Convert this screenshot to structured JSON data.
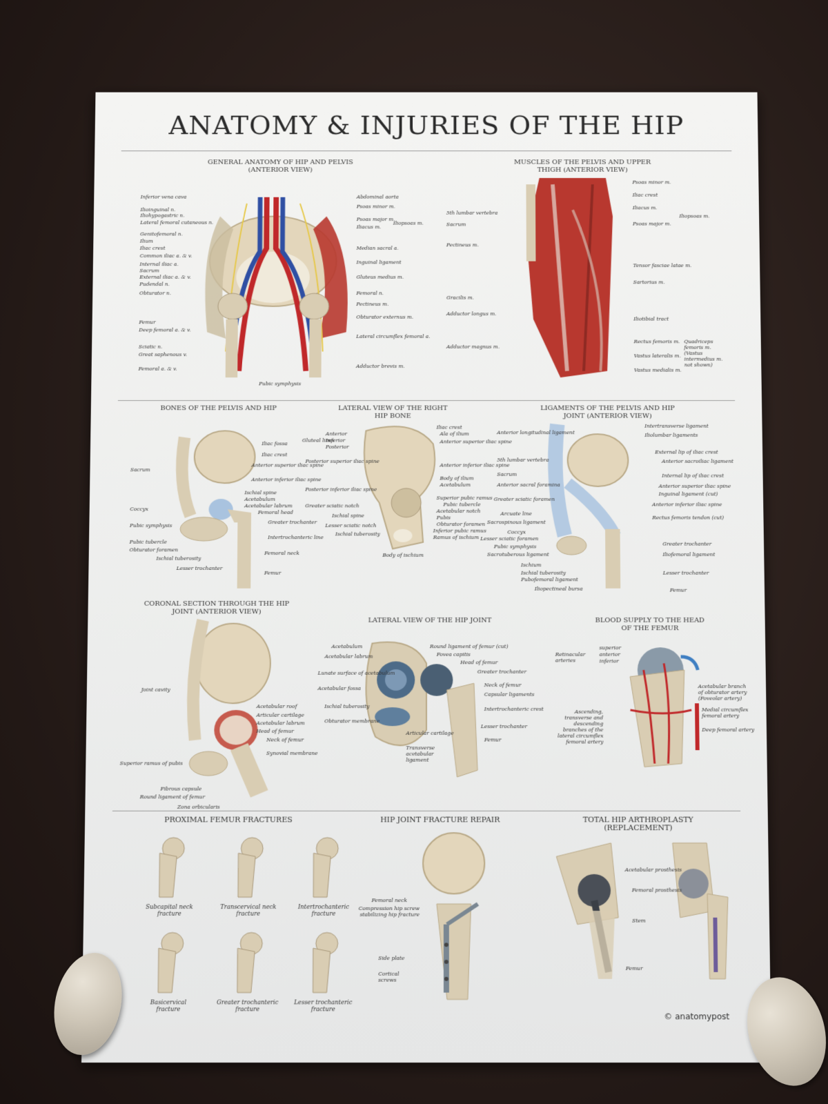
{
  "poster": {
    "title": "ANATOMY & INJURIES OF THE HIP",
    "copyright": "© anatomypost"
  },
  "panels": {
    "general": {
      "title": "GENERAL ANATOMY OF HIP AND PELVIS\n(ANTERIOR VIEW)",
      "labels_left": [
        "Inferior vena cava",
        "Ilioinguinal n.",
        "Iliohypogastric n.",
        "Lateral femoral cutaneous n.",
        "Genitofemoral n.",
        "Ilium",
        "Iliac crest",
        "Common iliac a. & v.",
        "Internal iliac a.",
        "Sacrum",
        "External iliac a. & v.",
        "Pudendal n.",
        "Obturator n.",
        "Femur",
        "Deep femoral a. & v.",
        "Sciatic n.",
        "Great saphenous v.",
        "Femoral a. & v."
      ],
      "labels_right": [
        "Abdominal aorta",
        "Psoas minor m.",
        "Psoas major m.",
        "Iliacus m.",
        "Median sacral a.",
        "Inguinal ligament",
        "Gluteus medius m.",
        "Femoral n.",
        "Pectineus m.",
        "Obturator externus m.",
        "Lateral circumflex femoral a.",
        "Adductor brevis m."
      ],
      "label_bottom": "Pubic symphysis",
      "bracket": "Iliopsoas m."
    },
    "muscles": {
      "title": "MUSCLES OF THE PELVIS AND UPPER\nTHIGH (ANTERIOR VIEW)",
      "labels_left": [
        "5th lumbar vertebra",
        "Sacrum",
        "Pectineus m.",
        "Gracilis m.",
        "Adductor longus m.",
        "Adductor magnus m."
      ],
      "labels_right": [
        "Psoas minor m.",
        "Iliac crest",
        "Iliacus m.",
        "Psoas major m.",
        "Tensor fasciae latae m.",
        "Sartorius m.",
        "Iliotibial tract",
        "Rectus femoris m.",
        "Vastus lateralis m.",
        "Vastus medialis m."
      ],
      "bracket1": "Iliopsoas m.",
      "bracket2": "Quadriceps femoris m. (Vastus intermedius m. not shown)"
    },
    "bones": {
      "title": "BONES OF THE PELVIS AND HIP",
      "labels_left": [
        "Sacrum",
        "Coccyx",
        "Pubic symphysis",
        "Pubic tubercle",
        "Obturator foramen",
        "Ischial tuberosity",
        "Lesser trochanter"
      ],
      "labels_right": [
        "Iliac fossa",
        "Iliac crest",
        "Anterior superior iliac spine",
        "Anterior inferior iliac spine",
        "Ischial spine",
        "Acetabulum",
        "Acetabular labrum",
        "Femoral head",
        "Greater trochanter",
        "Intertrochanteric line",
        "Femoral neck",
        "Femur"
      ]
    },
    "lateral_bone": {
      "title": "LATERAL VIEW OF THE RIGHT\nHIP BONE",
      "labels_left": [
        "Anterior",
        "Inferior",
        "Posterior",
        "Gluteal lines",
        "Posterior superior iliac spine",
        "Posterior inferior iliac spine",
        "Greater sciatic notch",
        "Ischial spine",
        "Lesser sciatic notch",
        "Ischial tuberosity"
      ],
      "labels_right": [
        "Iliac crest",
        "Ala of ilium",
        "Anterior superior iliac spine",
        "Anterior inferior iliac spine",
        "Body of ilium",
        "Acetabulum",
        "Superior pubic ramus",
        "Pubic tubercle",
        "Acetabular notch",
        "Pubis",
        "Obturator foramen",
        "Inferior pubic ramus",
        "Ramus of ischium"
      ],
      "label_bottom": "Body of ischium"
    },
    "ligaments": {
      "title": "LIGAMENTS OF THE PELVIS AND HIP\nJOINT (ANTERIOR VIEW)",
      "labels_left": [
        "Anterior longitudinal ligament",
        "5th lumbar vertebra",
        "Sacrum",
        "Anterior sacral foramina",
        "Greater sciatic foramen",
        "Arcuate line",
        "Sacrospinous ligament",
        "Coccyx",
        "Lesser sciatic foramen",
        "Pubic symphysis",
        "Sacrotuberous ligament",
        "Ischium",
        "Ischial tuberosity",
        "Pubofemoral ligament",
        "Iliopectineal bursa"
      ],
      "labels_right": [
        "Intertransverse ligament",
        "Iliolumbar ligaments",
        "External lip of iliac crest",
        "Anterior sacroiliac ligament",
        "Internal lip of iliac crest",
        "Anterior superior iliac spine",
        "Inguinal ligament (cut)",
        "Anterior inferior iliac spine",
        "Rectus femoris tendon (cut)",
        "Greater trochanter",
        "Iliofemoral ligament",
        "Lesser trochanter",
        "Femur"
      ]
    },
    "coronal": {
      "title": "CORONAL SECTION THROUGH THE HIP\nJOINT (ANTERIOR VIEW)",
      "labels_left": [
        "Joint cavity",
        "Superior ramus of pubis",
        "Fibrous capsule",
        "Round ligament of femur",
        "Zona orbicularis"
      ],
      "labels_right": [
        "Acetabular roof",
        "Articular cartilage",
        "Acetabular labrum",
        "Head of femur",
        "Neck of femur",
        "Synovial membrane"
      ]
    },
    "lateral_joint": {
      "title": "LATERAL VIEW OF THE HIP JOINT",
      "labels_left": [
        "Acetabulum",
        "Acetabular labrum",
        "Lunate surface of acetabulum",
        "Acetabular fossa",
        "Ischial tuberosity",
        "Obturator membrane"
      ],
      "labels_right": [
        "Round ligament of femur (cut)",
        "Fovea capitis",
        "Head of femur",
        "Greater trochanter",
        "Neck of femur",
        "Capsular ligaments",
        "Intertrochanteric crest",
        "Lesser trochanter",
        "Femur"
      ],
      "labels_bottom": [
        "Articular cartilage",
        "Transverse acetabular ligament"
      ]
    },
    "blood": {
      "title": "BLOOD SUPPLY TO THE HEAD\nOF THE FEMUR",
      "labels_left": [
        "Retinacular arteries",
        "superior",
        "anterior",
        "inferior",
        "Ascending, transverse and descending branches of the lateral circumflex femoral artery"
      ],
      "labels_right": [
        "Acetabular branch of obturator artery (Foveolar artery)",
        "Medial circumflex femoral artery",
        "Deep femoral artery"
      ]
    },
    "fractures": {
      "title": "PROXIMAL FEMUR FRACTURES",
      "items": [
        "Subcapital neck fracture",
        "Transcervical neck fracture",
        "Intertrochanteric fracture",
        "Basicervical fracture",
        "Greater trochanteric fracture",
        "Lesser trochanteric fracture"
      ]
    },
    "repair": {
      "title": "HIP JOINT FRACTURE REPAIR",
      "labels": [
        "Femoral neck",
        "Compression hip screw stabilizing hip fracture",
        "Side plate",
        "Cortical screws"
      ]
    },
    "arthroplasty": {
      "title": "TOTAL HIP ARTHROPLASTY\n(REPLACEMENT)",
      "labels": [
        "Acetabular prosthesis",
        "Femoral prosthesis",
        "Stem",
        "Femur"
      ]
    }
  },
  "colors": {
    "background": "#2a1f1c",
    "poster": "#f0f0ee",
    "bone": "#d9cdb3",
    "muscle": "#b8382f",
    "artery": "#c0282a",
    "vein": "#2f4fa3",
    "ligament": "#a9c3df"
  }
}
